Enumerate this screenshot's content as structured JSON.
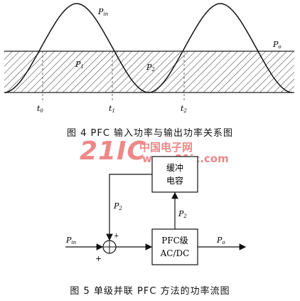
{
  "figure4": {
    "labels": {
      "pin": "P",
      "pin_sub": "in",
      "po": "P",
      "po_sub": "o",
      "p1": "P",
      "p1_sub": "1",
      "p2": "P",
      "p2_sub": "2",
      "t0": "t",
      "t0_sub": "0",
      "t1": "t",
      "t1_sub": "1",
      "t2": "t",
      "t2_sub": "2"
    },
    "caption": "图 4    PFC 输入功率与输出功率关系图"
  },
  "watermark": {
    "big": "21IC",
    "cn": "中国电子网",
    "url": "www.21ic.com",
    "color_red": "#e0706a"
  },
  "figure5": {
    "buffer_line1": "缓冲",
    "buffer_line2": "电容",
    "pfc_line1": "PFC级",
    "pfc_line2": "AC/DC",
    "in_label": "P",
    "in_sub": "in",
    "out_label": "P",
    "out_sub": "o",
    "p2_left": "P",
    "p2_left_sub": "2",
    "p2_mid": "P",
    "p2_mid_sub": "2",
    "plus_top": "+",
    "plus_bottom": "+",
    "caption": "图 5    单级并联 PFC 方法的功率流图"
  }
}
